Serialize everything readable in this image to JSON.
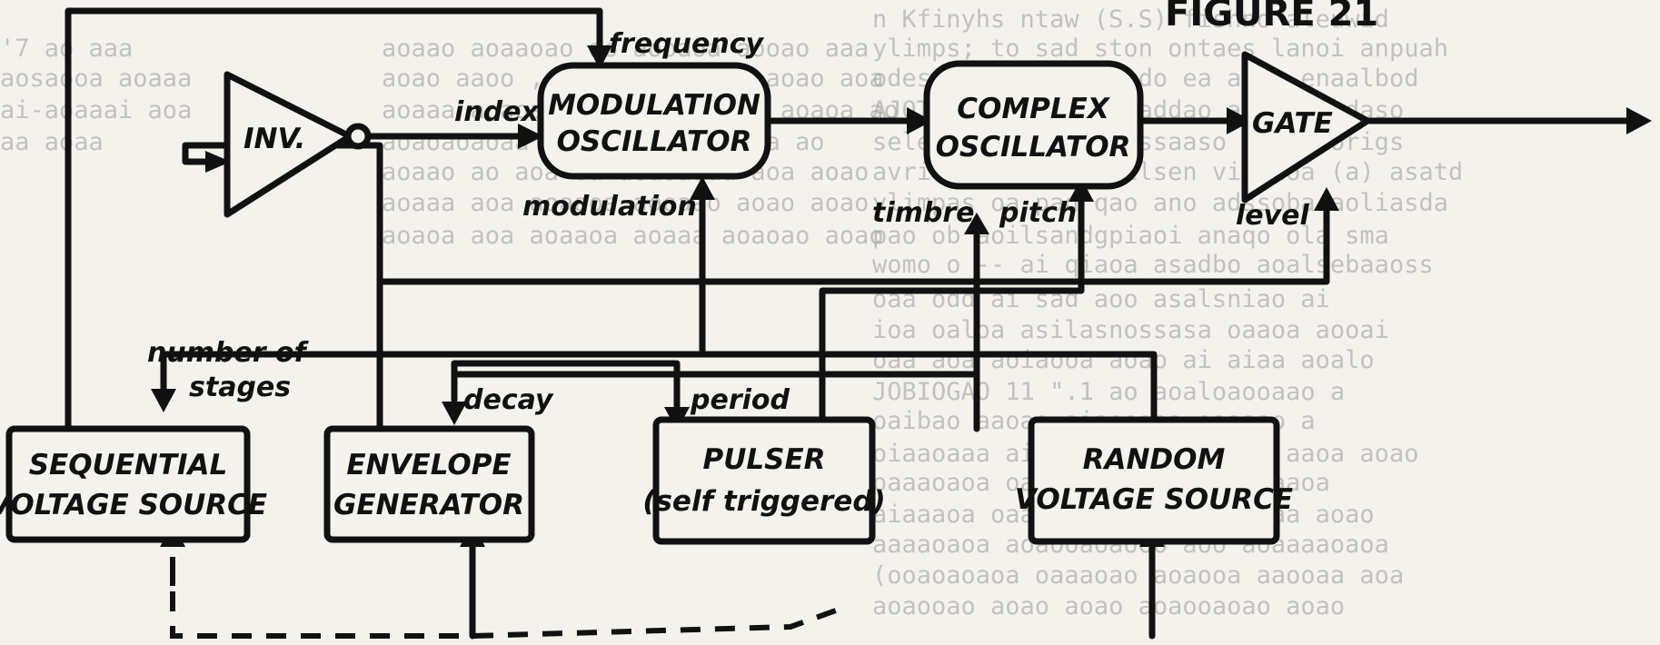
{
  "figure_title": "FIGURE 21",
  "blocks": {
    "inv": "INV.",
    "modulation_oscillator": [
      "MODULATION",
      "OSCILLATOR"
    ],
    "complex_oscillator": [
      "COMPLEX",
      "OSCILLATOR"
    ],
    "gate": "GATE",
    "sequential_voltage_source": [
      "SEQUENTIAL",
      "VOLTAGE SOURCE"
    ],
    "envelope_generator": [
      "ENVELOPE",
      "GENERATOR"
    ],
    "pulser": [
      "PULSER",
      "(self triggered)"
    ],
    "random_voltage_source": [
      "RANDOM",
      "VOLTAGE SOURCE"
    ]
  },
  "labels": {
    "frequency": "frequency",
    "index": "index",
    "modulation": "modulation",
    "timbre": "timbre",
    "pitch": "pitch",
    "level": "level",
    "number_of": "number of",
    "stages": "stages",
    "decay": "decay",
    "period": "period"
  }
}
